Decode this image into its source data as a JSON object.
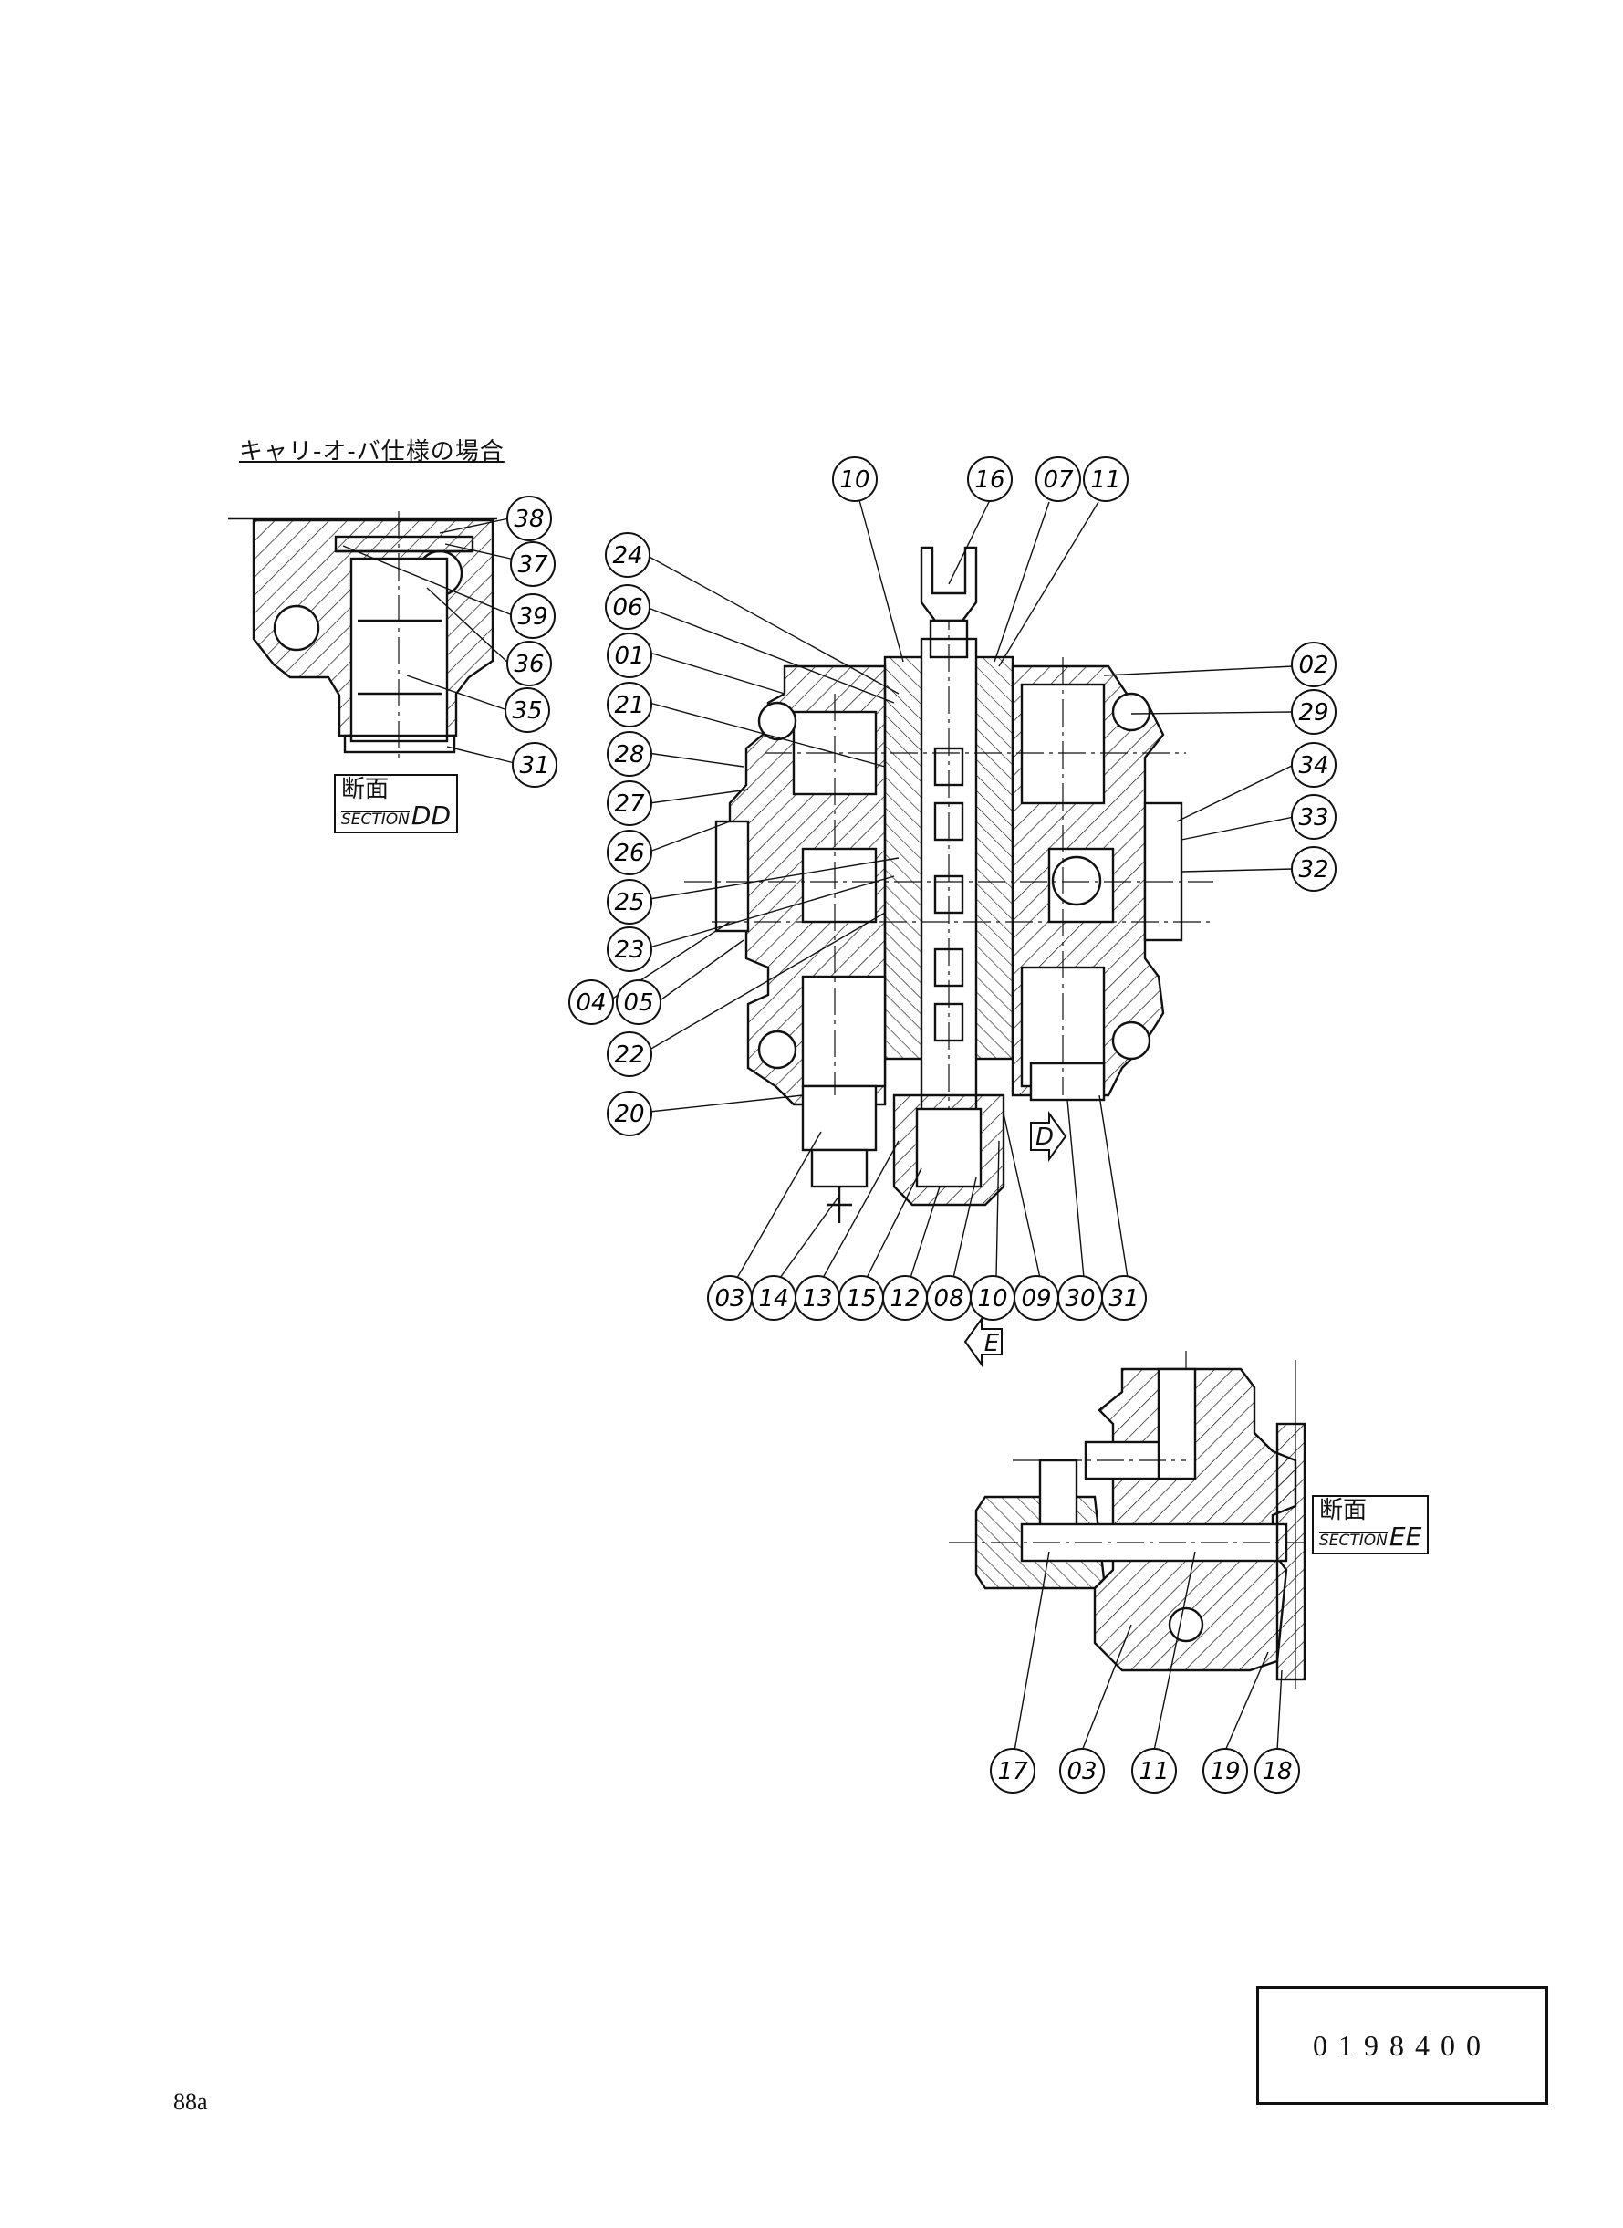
{
  "carryover_title": "キャリ-オ-バ仕様の場合",
  "section_dd": {
    "ja": "断面",
    "en": "SECTION",
    "id": "DD"
  },
  "section_ee": {
    "ja": "断面",
    "en": "SECTION",
    "id": "EE"
  },
  "view_arrows": {
    "d": "D",
    "e": "E"
  },
  "drawing_number": "0198400",
  "page_number": "88a",
  "part_balloons": {
    "inset_dd": [
      "38",
      "37",
      "39",
      "36",
      "35",
      "31"
    ],
    "top": [
      "10",
      "16",
      "07",
      "11"
    ],
    "left": [
      "24",
      "06",
      "01",
      "21",
      "28",
      "27",
      "26",
      "25",
      "23",
      "04",
      "05",
      "22",
      "20"
    ],
    "right": [
      "02",
      "29",
      "34",
      "33",
      "32"
    ],
    "bottom": [
      "03",
      "14",
      "13",
      "15",
      "12",
      "08",
      "10",
      "09",
      "30",
      "31"
    ],
    "section_ee": [
      "17",
      "03",
      "11",
      "19",
      "18"
    ]
  },
  "colors": {
    "ink": "#111111",
    "paper": "#ffffff"
  }
}
